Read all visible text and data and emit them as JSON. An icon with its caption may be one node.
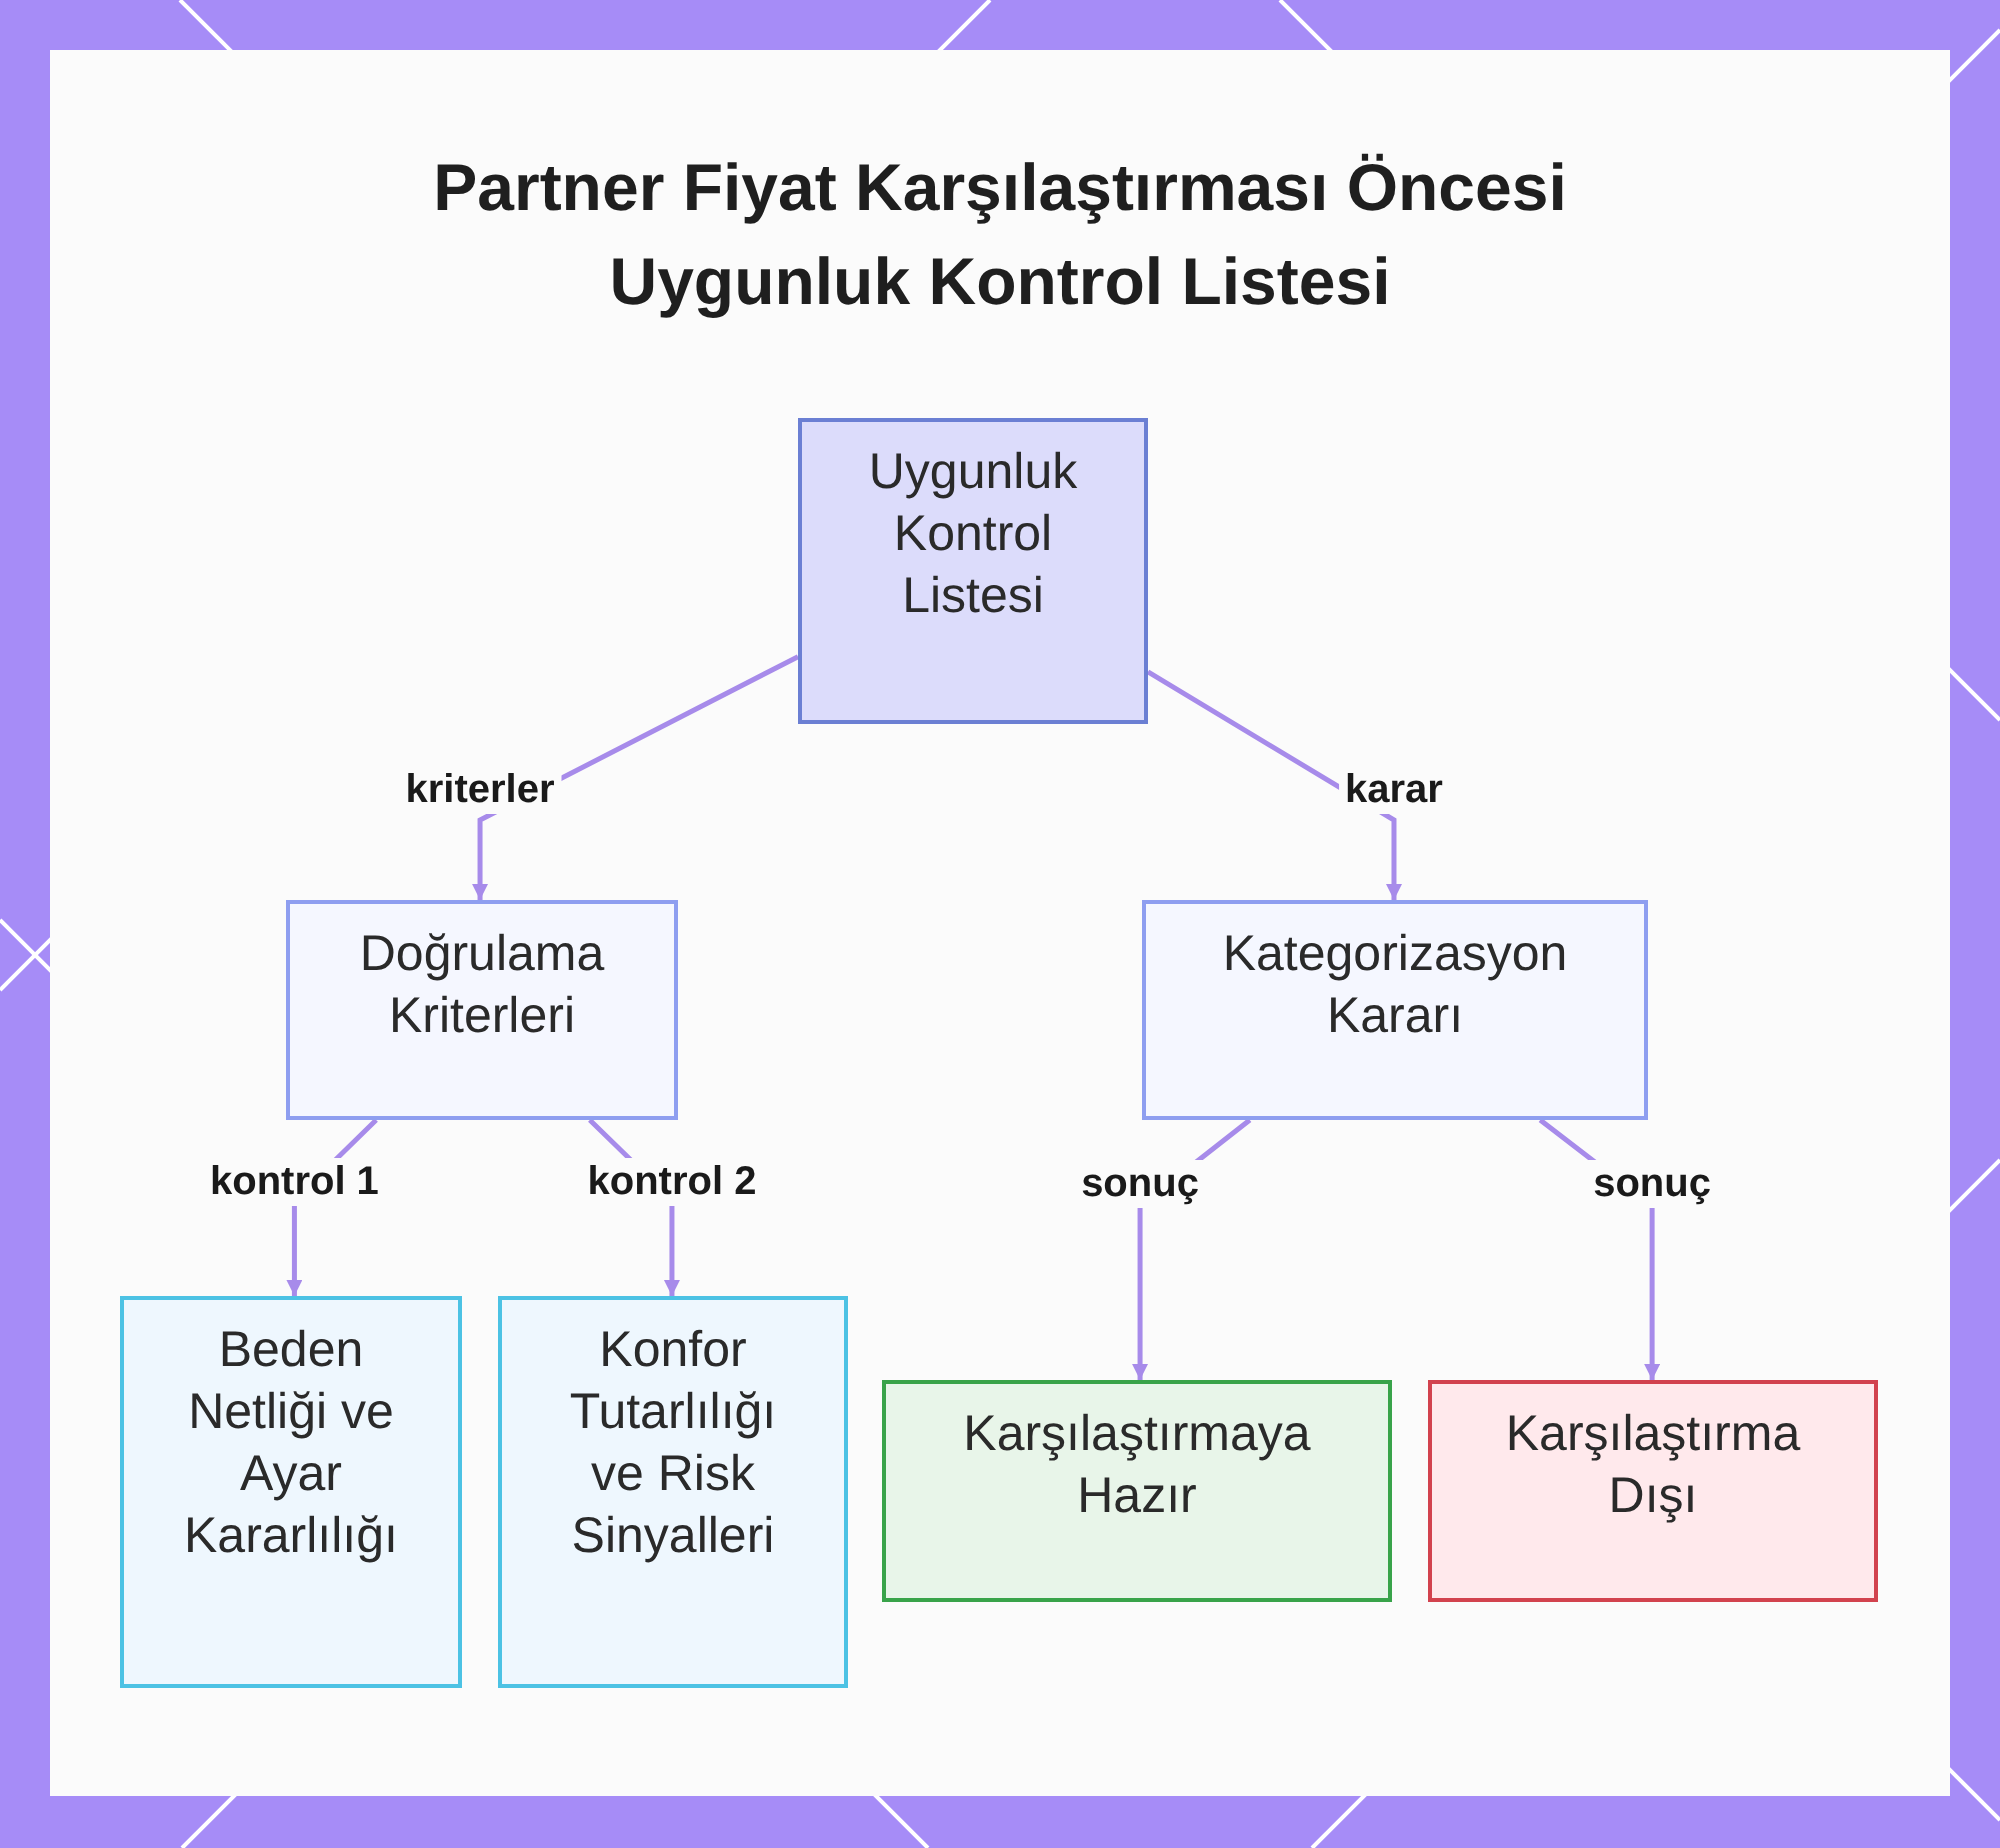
{
  "diagram": {
    "title": "Partner Fiyat Karşılaştırması Öncesi Uygunluk Kontrol Listesi",
    "nodes": [
      {
        "text": [
          "Uygunluk Kontrol Listesi"
        ]
      },
      {
        "text": [
          "Doğrulama Kriterleri"
        ]
      },
      {
        "text": [
          "Kategorizasyon Kararı"
        ]
      },
      {
        "text": [
          "Beden Netliği ve Ayar Kararlılığı"
        ]
      },
      {
        "text": [
          "Konfor Tutarlılığı ve Risk Sinyalleri"
        ]
      },
      {
        "text": [
          "Karşılaştırmaya Hazır"
        ]
      },
      {
        "text": [
          "Karşılaştırma Dışı"
        ]
      }
    ],
    "edges": [
      {
        "from": 0,
        "to": 1,
        "arrow": "to",
        "label": "kriterler"
      },
      {
        "from": 0,
        "to": 2,
        "arrow": "to",
        "label": "karar"
      },
      {
        "from": 1,
        "to": 3,
        "arrow": "to",
        "label": "kontrol 1"
      },
      {
        "from": 1,
        "to": 4,
        "arrow": "to",
        "label": "kontrol 2"
      },
      {
        "from": 2,
        "to": 5,
        "arrow": "to",
        "label": "sonuç"
      },
      {
        "from": 2,
        "to": 6,
        "arrow": "to",
        "label": "sonuç"
      }
    ]
  }
}
